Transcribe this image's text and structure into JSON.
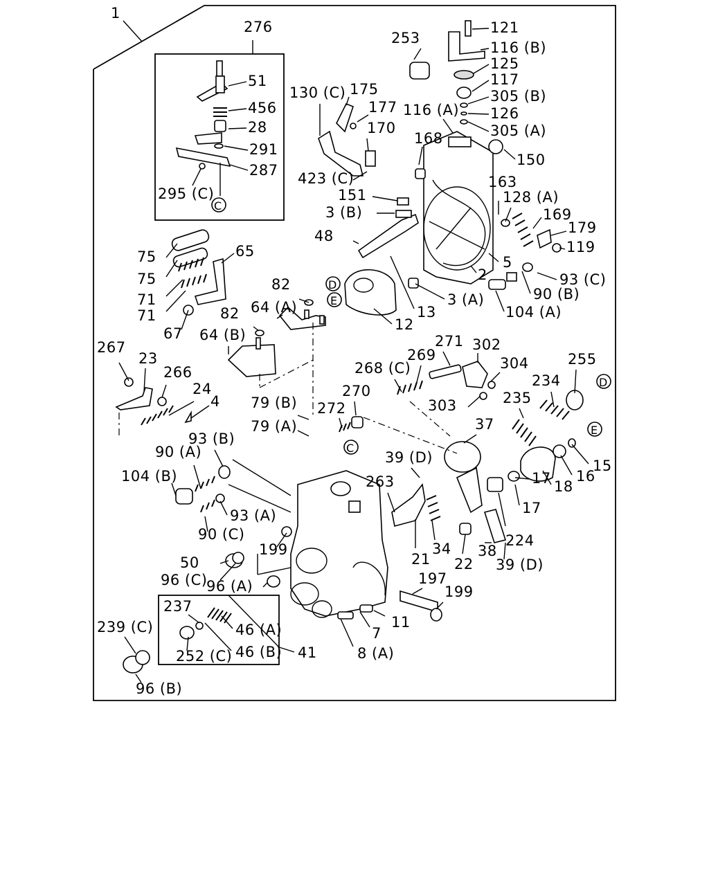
{
  "diagram": {
    "assembly_label": "1",
    "subassembly_label": "276",
    "kit_label": "41",
    "refs": {
      "C": "C",
      "D": "D",
      "E": "E"
    },
    "callouts": [
      "51",
      "456",
      "28",
      "291",
      "287",
      "295 (C)",
      "253",
      "121",
      "116 (B)",
      "125",
      "117",
      "305 (B)",
      "116 (A)",
      "126",
      "305 (A)",
      "130 (C)",
      "175",
      "177",
      "170",
      "168",
      "150",
      "423 (C)",
      "163",
      "128 (A)",
      "151",
      "3 (B)",
      "169",
      "179",
      "119",
      "48",
      "5",
      "93 (C)",
      "2",
      "3 (A)",
      "90 (B)",
      "104 (A)",
      "13",
      "12",
      "75",
      "75",
      "65",
      "71",
      "71",
      "67",
      "82",
      "64 (A)",
      "82",
      "64 (B)",
      "267",
      "23",
      "266",
      "24",
      "4",
      "79 (B)",
      "79 (A)",
      "271",
      "302",
      "268 (C)",
      "269",
      "304",
      "255",
      "234",
      "270",
      "303",
      "235",
      "272",
      "37",
      "15",
      "16",
      "18",
      "17",
      "17",
      "39 (D)",
      "263",
      "93 (B)",
      "90 (A)",
      "104 (B)",
      "93 (A)",
      "90 (C)",
      "199",
      "50",
      "96 (C)",
      "96 (A)",
      "21",
      "34",
      "22",
      "38",
      "39 (D)",
      "224",
      "197",
      "199",
      "11",
      "7",
      "8 (A)",
      "237",
      "46 (A)",
      "46 (B)",
      "252 (C)",
      "239 (C)",
      "96 (B)"
    ]
  }
}
